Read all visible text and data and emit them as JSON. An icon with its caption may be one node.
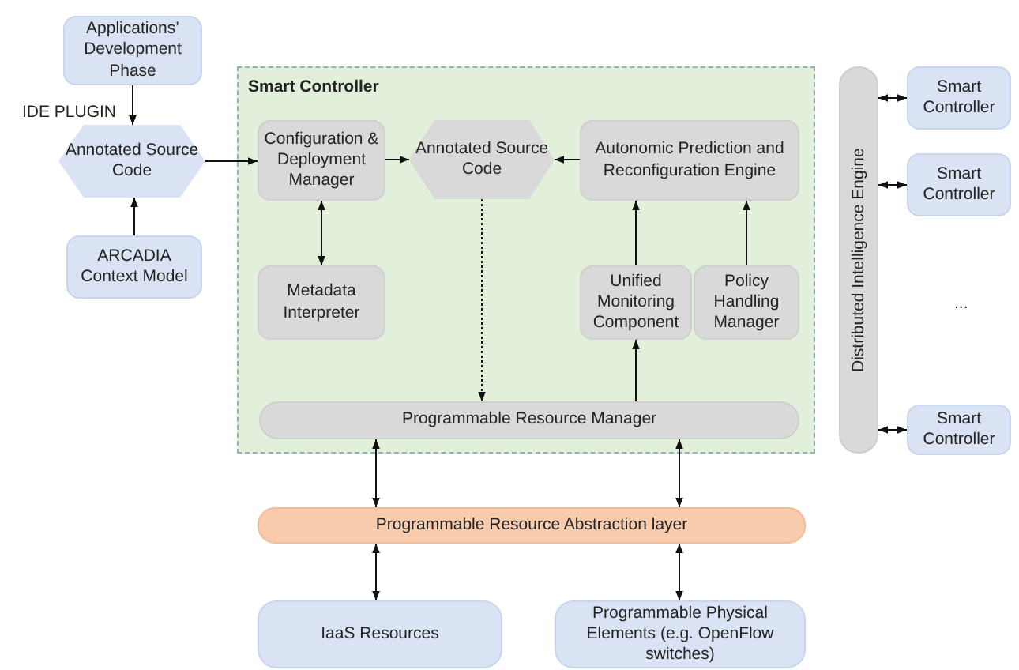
{
  "diagram": {
    "nodes": [
      {
        "text": [
          "Applications’ Development Phase"
        ]
      },
      {
        "text": [
          "Annotated Source Code"
        ]
      },
      {
        "text": [
          "ARCADIA Context Model"
        ]
      },
      {
        "text": [
          "Smart Controller"
        ]
      },
      {
        "text": [
          "Configuration & Deployment Manager"
        ],
        "in": 3
      },
      {
        "text": [
          "Annotated Source Code"
        ],
        "in": 3
      },
      {
        "text": [
          "Autonomic Prediction and Reconfiguration Engine"
        ],
        "in": 3
      },
      {
        "text": [
          "Metadata Interpreter"
        ],
        "in": 3
      },
      {
        "text": [
          "Unified Monitoring Component"
        ],
        "in": 3
      },
      {
        "text": [
          "Policy Handling Manager"
        ],
        "in": 3
      },
      {
        "text": [
          "Programmable Resource Manager"
        ],
        "in": 3
      },
      {
        "text": [
          "Distributed Intelligence Engine"
        ]
      },
      {
        "text": [
          "Smart Controller"
        ]
      },
      {
        "text": [
          "Smart Controller"
        ]
      },
      {
        "text": [
          "Smart Controller"
        ]
      },
      {
        "text": [
          "Programmable Resource Abstraction layer"
        ]
      },
      {
        "text": [
          "IaaS Resources"
        ]
      },
      {
        "text": [
          "Programmable Physical Elements (e.g. OpenFlow switches)"
        ]
      }
    ],
    "edges": [
      {
        "from": 0,
        "to": 1,
        "arrow": "to"
      },
      {
        "from": 2,
        "to": 1,
        "arrow": "to"
      },
      {
        "from": 1,
        "to": 4,
        "arrow": "to"
      },
      {
        "from": 4,
        "to": 5,
        "arrow": "to"
      },
      {
        "from": 6,
        "to": 5,
        "arrow": "to"
      },
      {
        "from": 4,
        "to": 7,
        "arrow": "both"
      },
      {
        "from": 8,
        "to": 6,
        "arrow": "to"
      },
      {
        "from": 9,
        "to": 6,
        "arrow": "to"
      },
      {
        "from": 5,
        "to": 10,
        "arrow": "to",
        "style": "dashed"
      },
      {
        "from": 10,
        "to": 8,
        "arrow": "to"
      },
      {
        "from": 10,
        "to": 15,
        "arrow": "both"
      },
      {
        "from": 10,
        "to": 15,
        "arrow": "both"
      },
      {
        "from": 15,
        "to": 16,
        "arrow": "both"
      },
      {
        "from": 15,
        "to": 17,
        "arrow": "both"
      },
      {
        "from": 11,
        "to": 12,
        "arrow": "both"
      },
      {
        "from": 11,
        "to": 13,
        "arrow": "both"
      },
      {
        "from": 11,
        "to": 14,
        "arrow": "both"
      }
    ],
    "labels": [
      "IDE PLUGIN",
      "..."
    ]
  }
}
